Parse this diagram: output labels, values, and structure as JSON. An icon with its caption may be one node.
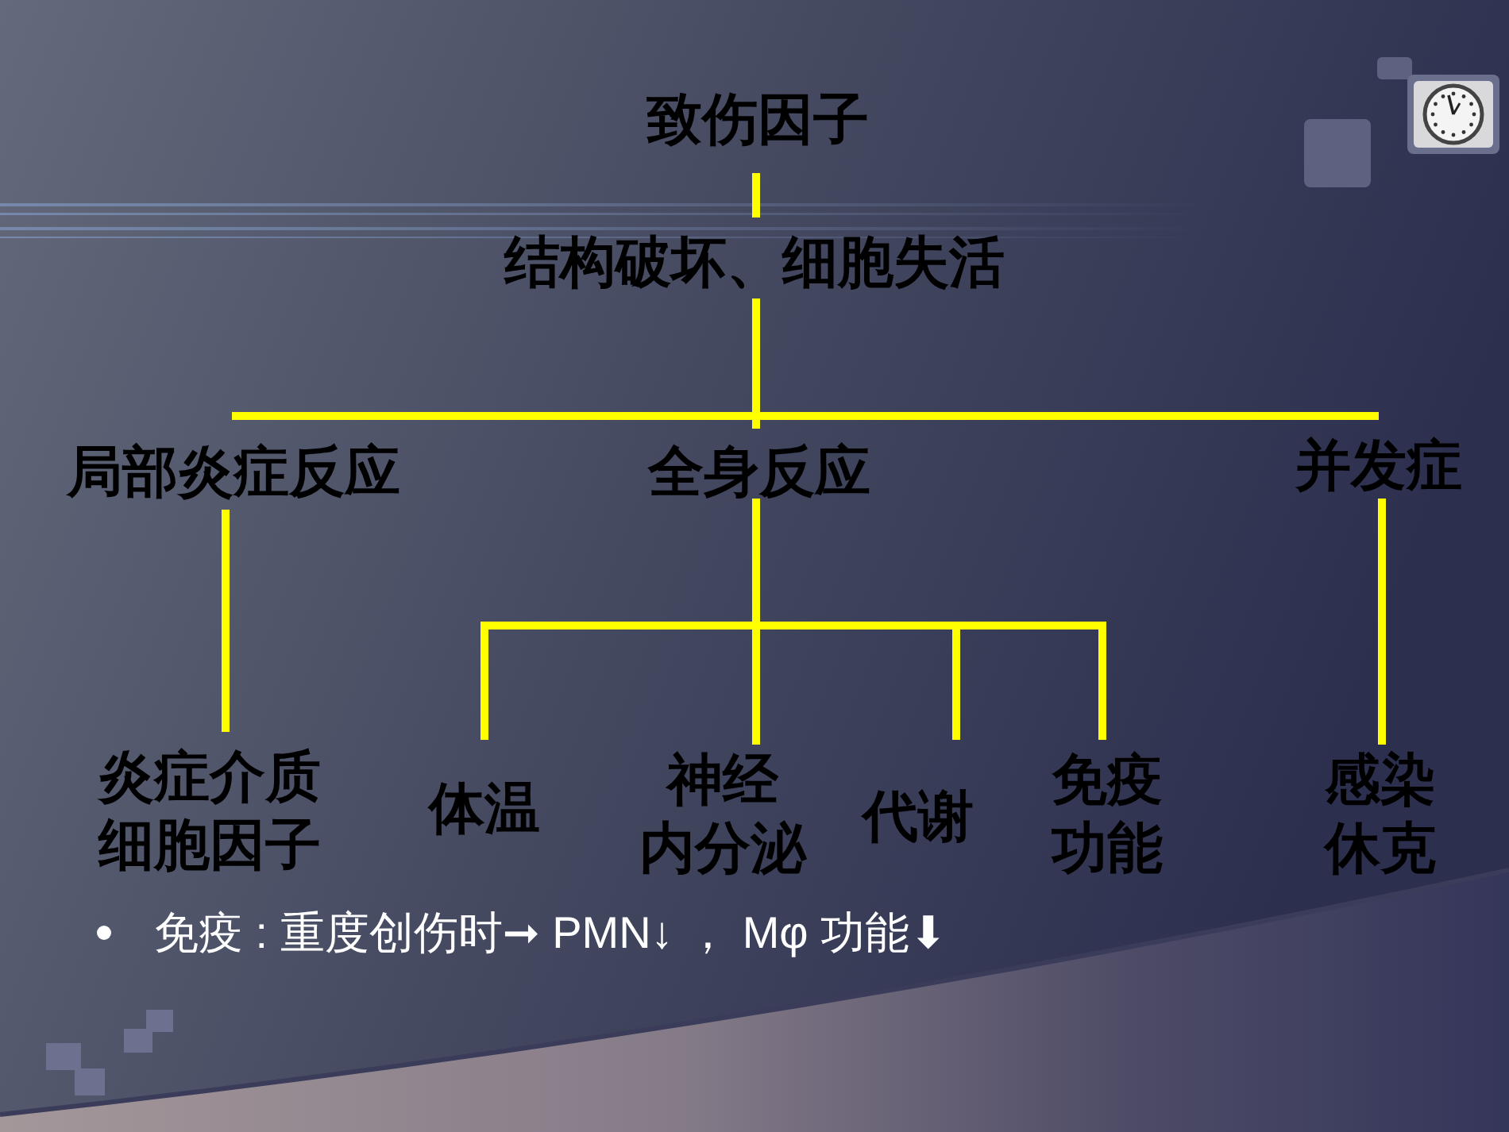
{
  "diagram": {
    "nodes": [
      {
        "text": [
          "致伤因子"
        ]
      },
      {
        "text": [
          "结构破坏、细胞失活"
        ]
      },
      {
        "text": [
          "局部炎症反应"
        ]
      },
      {
        "text": [
          "全身反应"
        ]
      },
      {
        "text": [
          "并发症"
        ]
      },
      {
        "text": [
          "炎症介质细胞因子"
        ]
      },
      {
        "text": [
          "体温"
        ]
      },
      {
        "text": [
          "神经内分泌"
        ]
      },
      {
        "text": [
          "代谢"
        ]
      },
      {
        "text": [
          "免疫功能"
        ]
      },
      {
        "text": [
          "感染休克"
        ]
      }
    ],
    "edges": [
      {
        "from": 0,
        "to": 1,
        "arrow": "none"
      },
      {
        "from": 1,
        "to": 2,
        "arrow": "none"
      },
      {
        "from": 1,
        "to": 3,
        "arrow": "none"
      },
      {
        "from": 1,
        "to": 4,
        "arrow": "none"
      },
      {
        "from": 2,
        "to": 5,
        "arrow": "none"
      },
      {
        "from": 3,
        "to": 6,
        "arrow": "none"
      },
      {
        "from": 3,
        "to": 7,
        "arrow": "none"
      },
      {
        "from": 3,
        "to": 8,
        "arrow": "none"
      },
      {
        "from": 3,
        "to": 9,
        "arrow": "none"
      },
      {
        "from": 4,
        "to": 10,
        "arrow": "none"
      }
    ],
    "labels": [
      "免疫 : 重度创伤时➞ PMN↓ ， Mφ 功能⬇"
    ]
  }
}
